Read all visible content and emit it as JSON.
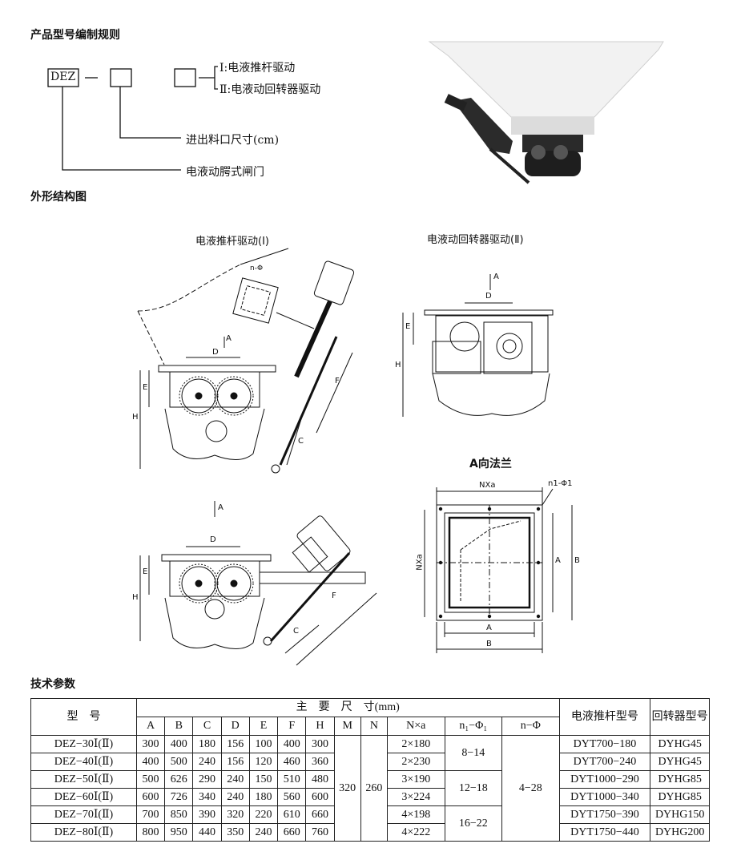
{
  "headings": {
    "naming_rule": "产品型号编制规则",
    "outline": "外形结构图",
    "tech_params": "技术参数"
  },
  "naming": {
    "code": "DEZ",
    "dash": "—",
    "option_1": "Ⅰ:电液推杆驱动",
    "option_2": "Ⅱ:电液动回转器驱动",
    "size_label": "进出料口尺寸(cm)",
    "type_label": "电液动腭式闸门"
  },
  "drawings": {
    "caption_1": "电液推杆驱动(Ⅰ)",
    "caption_2": "电液动回转器驱动(Ⅱ)",
    "caption_flange": "A向法兰",
    "dim_A": "A",
    "dim_B": "B",
    "dim_C": "C",
    "dim_D": "D",
    "dim_E": "E",
    "dim_F": "F",
    "dim_H": "H",
    "dim_NXa": "NXa",
    "dim_n1": "n1-Φ1",
    "dim_n": "n-Φ"
  },
  "table": {
    "col_model": "型　号",
    "col_main": "主　要　尺　寸(mm)",
    "col_pushrod": "电液推杆型号",
    "col_rotator": "回转器型号",
    "sub": [
      "A",
      "B",
      "C",
      "D",
      "E",
      "F",
      "H",
      "M",
      "N",
      "N×a",
      "n₁−Φ₁",
      "n−Φ"
    ],
    "M": "320",
    "N": "260",
    "n_phi": "4−28",
    "n1_groups": [
      "8−14",
      "12−18",
      "16−22"
    ],
    "rows": [
      {
        "model": "DEZ−30Ⅰ(Ⅱ)",
        "A": "300",
        "B": "400",
        "C": "180",
        "D": "156",
        "E": "100",
        "F": "400",
        "H": "300",
        "Nxa": "2×180",
        "pushrod": "DYT700−180",
        "rotator": "DYHG45"
      },
      {
        "model": "DEZ−40Ⅰ(Ⅱ)",
        "A": "400",
        "B": "500",
        "C": "240",
        "D": "156",
        "E": "120",
        "F": "460",
        "H": "360",
        "Nxa": "2×230",
        "pushrod": "DYT700−240",
        "rotator": "DYHG45"
      },
      {
        "model": "DEZ−50Ⅰ(Ⅱ)",
        "A": "500",
        "B": "626",
        "C": "290",
        "D": "240",
        "E": "150",
        "F": "510",
        "H": "480",
        "Nxa": "3×190",
        "pushrod": "DYT1000−290",
        "rotator": "DYHG85"
      },
      {
        "model": "DEZ−60Ⅰ(Ⅱ)",
        "A": "600",
        "B": "726",
        "C": "340",
        "D": "240",
        "E": "180",
        "F": "560",
        "H": "600",
        "Nxa": "3×224",
        "pushrod": "DYT1000−340",
        "rotator": "DYHG85"
      },
      {
        "model": "DEZ−70Ⅰ(Ⅱ)",
        "A": "700",
        "B": "850",
        "C": "390",
        "D": "320",
        "E": "220",
        "F": "610",
        "H": "660",
        "Nxa": "4×198",
        "pushrod": "DYT1750−390",
        "rotator": "DYHG150"
      },
      {
        "model": "DEZ−80Ⅰ(Ⅱ)",
        "A": "800",
        "B": "950",
        "C": "440",
        "D": "350",
        "E": "240",
        "F": "660",
        "H": "760",
        "Nxa": "4×222",
        "pushrod": "DYT1750−440",
        "rotator": "DYHG200"
      }
    ]
  }
}
